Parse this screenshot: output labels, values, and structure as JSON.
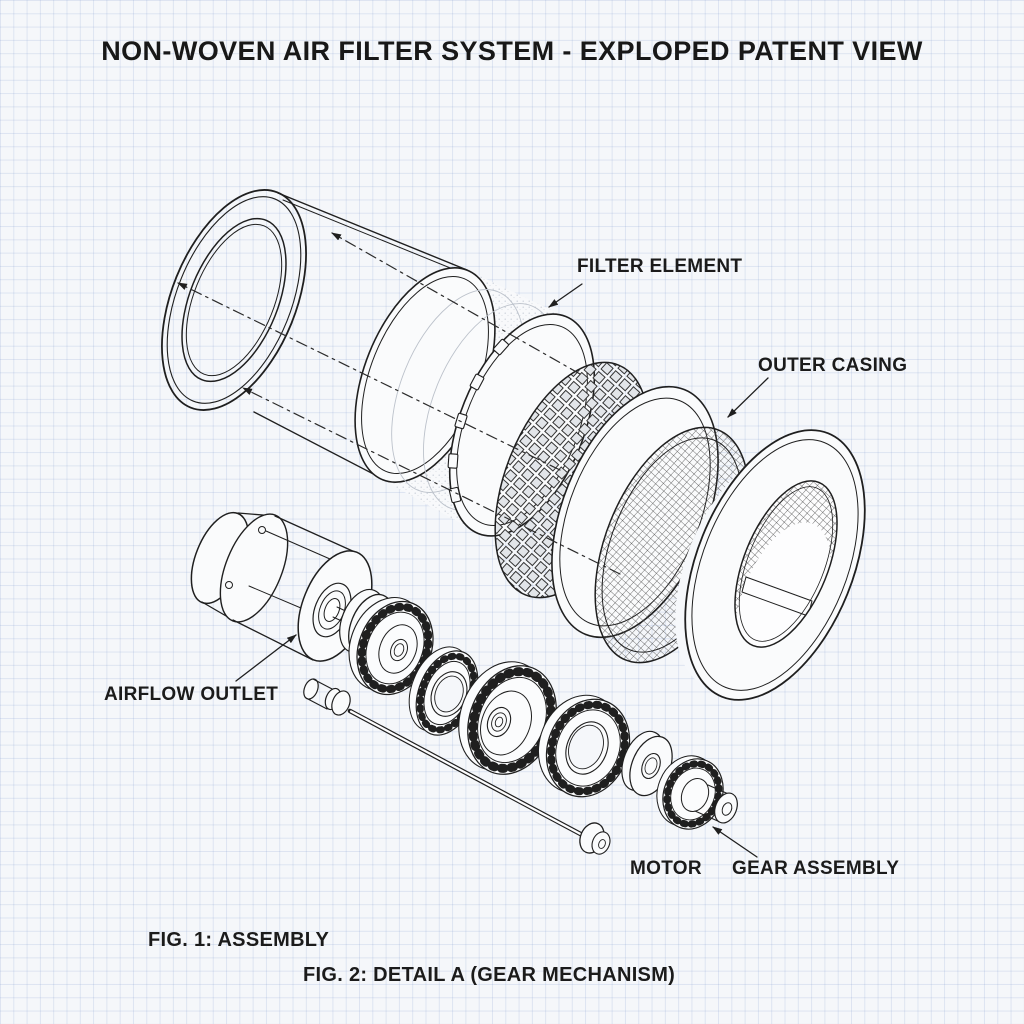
{
  "title": "NON-WOVEN AIR FILTER SYSTEM - EXPLOPED PATENT VIEW",
  "part_labels": {
    "filter_element": "FILTER ELEMENT",
    "outer_casing": "OUTER CASING",
    "airflow_outlet": "AIRFLOW OUTLET",
    "motor": "MOTOR",
    "gear_assembly": "GEAR ASSEMBLY"
  },
  "captions": {
    "fig1": "FIG. 1: ASSEMBLY",
    "fig2": "FIG. 2: DETAIL A (GEAR MECHANISM)"
  },
  "colors": {
    "ink": "#1f1f1f",
    "paper": "#f5f7fa",
    "grid_line": "#d9e2f0"
  }
}
